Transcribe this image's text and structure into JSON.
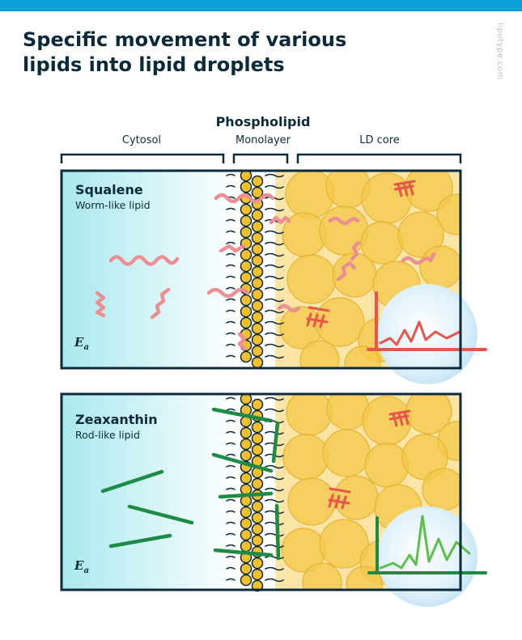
{
  "header": {
    "title": "Specific movement of various lipids into lipid droplets",
    "watermark": "lipotype.com"
  },
  "regions": {
    "phospholipid": "Phospholipid",
    "cytosol": "Cytosol",
    "monolayer": "Monolayer",
    "ld_core": "LD core"
  },
  "panels": [
    {
      "title": "Squalene",
      "subtitle": "Worm-like lipid",
      "energy_symbol": "E",
      "energy_subscript": "a"
    },
    {
      "title": "Zeaxanthin",
      "subtitle": "Rod-like lipid",
      "energy_symbol": "E",
      "energy_subscript": "a"
    }
  ],
  "colors": {
    "accent_bar": "#0a9fd9",
    "frame": "#0b2a3c",
    "cytosol_gradient_start": "#a9e8ee",
    "ld_core_fill": "#fbe6a8",
    "droplet": "#f3c84a",
    "worm": "#ec8f93",
    "rod": "#1e8b45",
    "signal_red": "#e8554a",
    "signal_green": "#5cbf4a",
    "headgroup": "#f2c02e"
  }
}
